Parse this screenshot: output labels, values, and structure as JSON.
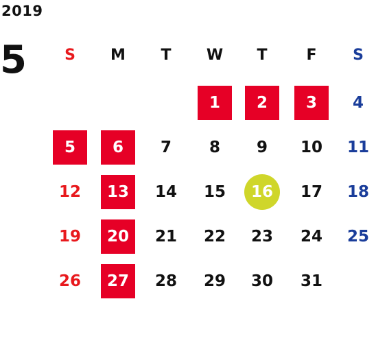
{
  "calendar": {
    "year": "2019",
    "month": "5",
    "weekdays": [
      "S",
      "M",
      "T",
      "W",
      "T",
      "F",
      "S"
    ],
    "weeks": [
      [
        null,
        null,
        null,
        1,
        2,
        3,
        4
      ],
      [
        5,
        6,
        7,
        8,
        9,
        10,
        11
      ],
      [
        12,
        13,
        14,
        15,
        16,
        17,
        18
      ],
      [
        19,
        20,
        21,
        22,
        23,
        24,
        25
      ],
      [
        26,
        27,
        28,
        29,
        30,
        31,
        null
      ]
    ],
    "holidays": [
      1,
      2,
      3,
      5,
      6,
      13,
      20,
      27
    ],
    "today": 16
  },
  "colors": {
    "text": "#111111",
    "sunday": "#e8191d",
    "saturday": "#1a3d9a",
    "holiday_bg": "#e60026",
    "holiday_text": "#ffffff",
    "today_bg": "#cfd62a",
    "today_text": "#ffffff"
  }
}
